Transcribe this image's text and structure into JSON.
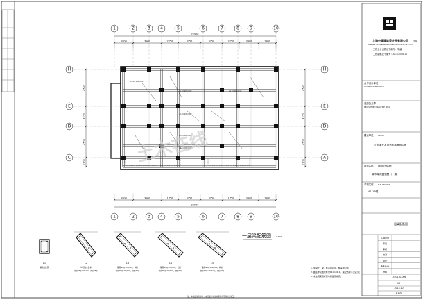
{
  "sheet": {
    "company": {
      "name_cn": "上海中建建筑设计院有限公司",
      "name_en": "SHANGHAI ZHONGJIAN ARCHITECTURAL DESIGN INSTITUTE CO.,LTD",
      "logo_text": "上海中建",
      "badge": "甲级",
      "line1": "工程设计资质证书编号：甲级",
      "line2": "工程勘察证书编号：A131000810"
    },
    "top_axes": [
      "1",
      "2",
      "3",
      "4",
      "5",
      "6",
      "7",
      "8",
      "9",
      "10"
    ],
    "top_dims": [
      "1800",
      "3900",
      "2250",
      "3250",
      "3250",
      "2250",
      "3900",
      "1800"
    ],
    "total_dim": "22900",
    "bottom_axes": [
      "1",
      "2",
      "3",
      "4",
      "5",
      "6",
      "7",
      "8",
      "9",
      "10"
    ],
    "bottom_dims": [
      "1800",
      "3900",
      "1750",
      "3250",
      "3250",
      "1750",
      "3900",
      "1800"
    ],
    "left_axes": [
      "H",
      "E",
      "D",
      "C"
    ],
    "right_axes": [
      "H",
      "E",
      "D",
      "A"
    ],
    "left_dims": [
      "4500",
      "3200",
      "4500",
      "1200"
    ],
    "right_dims": [
      "4500",
      "3200",
      "4500",
      "1200"
    ],
    "beam_labels": [
      "L1-XX 200X500",
      "L2-XX 200X500",
      "L3-XX 200X500",
      "L4-XX 200X500",
      "L5-XX 200X500",
      "L6-XX 200X500"
    ],
    "watermark": "土木在线",
    "plan_title": "一层梁配筋图",
    "plan_scale": "1:100",
    "details": [
      {
        "id": "L1",
        "note": "箍筋加密区"
      },
      {
        "id": "L2",
        "note": "纵筋锚入要求"
      },
      {
        "id": "L3",
        "note": "箍筋Φ8@100/200，两肢"
      },
      {
        "id": "L4",
        "note": "箍筋Φ8@100/200，四肢"
      },
      {
        "id": "L5",
        "note": "箍筋Φ8@100/200，两肢"
      }
    ],
    "detail_sub": [
      "箍筋Φ8@100/200，两肢Φ8@",
      "箍筋Φ8@100(200)，两肢Φ8@",
      "箍筋Φ8@100(200)，四肢Φ8@",
      "箍筋Φ8@100(200)，两肢Φ8@"
    ],
    "notes": [
      "1. 混凝土：梁、板采用C30，柱采用C30；",
      "2. 图集详见国家标准11G101-1，梁配筋按平法表示；",
      "3. 未注明梁顶标高均同板顶标高。"
    ],
    "titleblock": {
      "consultant_label": "合作设计单位",
      "consultant_en": "COOPERATIVE DESIGN",
      "engineer_label": "注册执业章",
      "engineer_en": "REGISTERED PRACTICE SEAL",
      "client_label": "建设单位",
      "client_en": "CLIENT",
      "client": "江苏某开发投资发展有限公司",
      "project_label": "项目名称",
      "project_en": "PROJECT NAME",
      "project": "某市某花园别墅（一期）",
      "sub_label": "子项名称",
      "sub_en": "SUB PROJECT",
      "sub": "A1-13幢",
      "drawing_title": "一层梁配筋图",
      "roles": [
        "工程负责",
        "审定",
        "审核",
        "校对",
        "设计",
        "专业负责",
        "制图"
      ],
      "drawing_no": "13201-G-006",
      "sheet_no": "08",
      "date": "2013.10",
      "scale": "1:100"
    },
    "footer": "注：本图纸仅供参考，未经设计单位书面许可不得用于施工。"
  }
}
